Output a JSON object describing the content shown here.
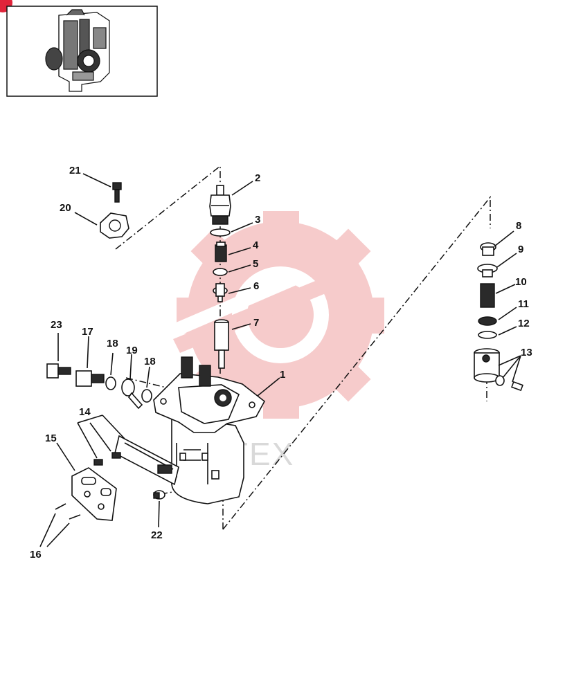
{
  "watermark": {
    "text": "VHTEX",
    "color": "#f6c9c9"
  },
  "corner_badge": {
    "color": "#e0243a"
  },
  "callouts": {
    "c1": "1",
    "c2": "2",
    "c3": "3",
    "c4": "4",
    "c5": "5",
    "c6": "6",
    "c7": "7",
    "c8": "8",
    "c9": "9",
    "c10": "10",
    "c11": "11",
    "c12": "12",
    "c13": "13",
    "c14": "14",
    "c15": "15",
    "c16": "16",
    "c17": "17",
    "c18a": "18",
    "c18b": "18",
    "c19": "19",
    "c20": "20",
    "c21": "21",
    "c22": "22",
    "c23": "23"
  }
}
